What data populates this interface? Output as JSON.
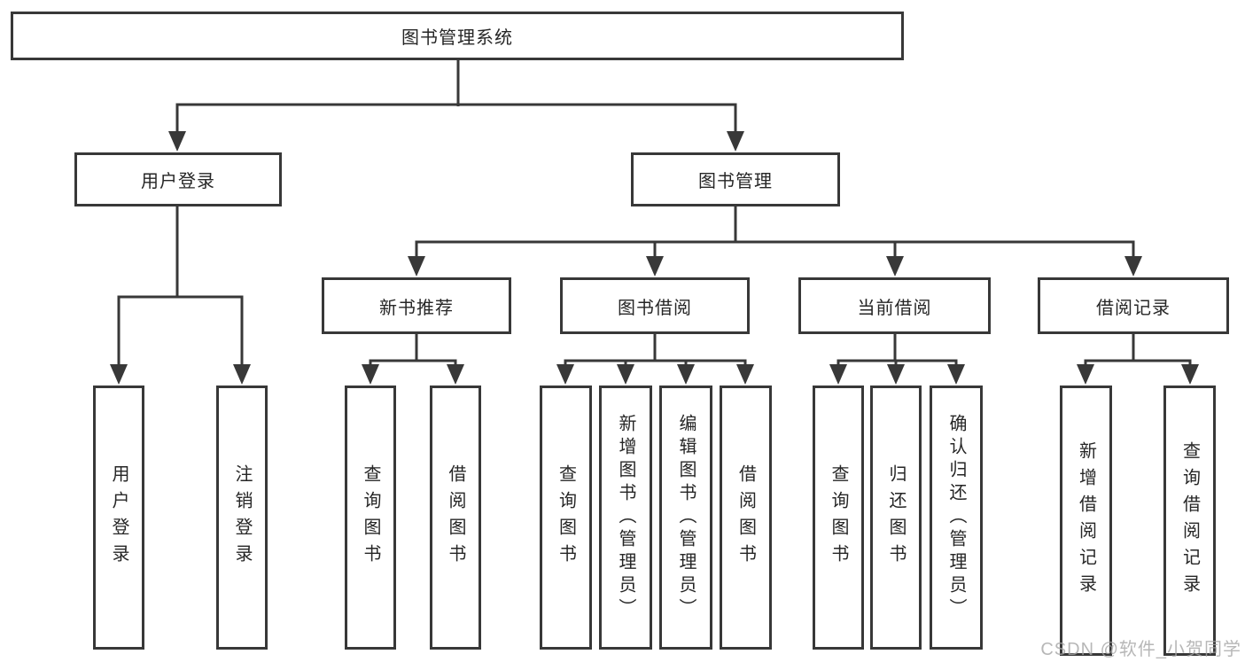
{
  "diagram": {
    "title": "图书管理系统",
    "nodes": {
      "root": "图书管理系统",
      "user_login": "用户登录",
      "book_mgmt": "图书管理",
      "new_books": "新书推荐",
      "book_borrow": "图书借阅",
      "current_borrow": "当前借阅",
      "borrow_records": "借阅记录"
    },
    "leaves": {
      "user_login": [
        "用户登录",
        "注销登录"
      ],
      "new_books": [
        "查询图书",
        "借阅图书"
      ],
      "book_borrow": [
        "查询图书",
        "新增图书（管理员）",
        "编辑图书（管理员）",
        "借阅图书"
      ],
      "current_borrow": [
        "查询图书",
        "归还图书",
        "确认归还（管理员）"
      ],
      "borrow_records": [
        "新增借阅记录",
        "查询借阅记录"
      ]
    }
  },
  "watermark": {
    "text": "CSDN @软件_小贺同学"
  },
  "colors": {
    "line": "#383838",
    "box_border": "#383838",
    "text": "#262626",
    "background": "#ffffff",
    "watermark": "#a5a5a5"
  }
}
